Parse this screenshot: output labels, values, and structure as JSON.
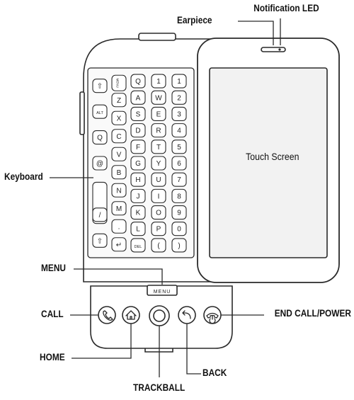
{
  "callouts": {
    "notification_led": "Notification LED",
    "earpiece": "Earpiece",
    "touch_screen": "Touch Screen",
    "keyboard": "Keyboard",
    "menu": "MENU",
    "call": "CALL",
    "end_call_power": "END CALL/POWER",
    "home": "HOME",
    "back": "BACK",
    "trackball": "TRACKBALL"
  },
  "menu_key_text": "MENU",
  "keyboard": {
    "columns": [
      [
        {
          "main": "⇧",
          "kind": "icon"
        },
        {
          "main": "ALT",
          "kind": "small"
        },
        {
          "main": "Q",
          "kind": "icon"
        },
        {
          "main": "@",
          "kind": "icon"
        },
        {
          "main": "",
          "kind": "space"
        },
        {
          "main": "/",
          "kind": "normal"
        },
        {
          "main": "⇧",
          "kind": "icon"
        }
      ],
      [
        {
          "main": "MENU",
          "kind": "vertical"
        },
        {
          "main": "Z",
          "kind": "normal"
        },
        {
          "main": "X",
          "kind": "normal"
        },
        {
          "main": "C",
          "kind": "normal"
        },
        {
          "main": "V",
          "kind": "normal"
        },
        {
          "main": "B",
          "kind": "normal"
        },
        {
          "main": "N",
          "kind": "normal"
        },
        {
          "main": "M",
          "kind": "normal"
        },
        {
          "main": ".",
          "kind": "normal"
        },
        {
          "main": "↵",
          "kind": "icon"
        }
      ],
      [
        {
          "main": "Q",
          "kind": "normal"
        },
        {
          "main": "A",
          "kind": "normal"
        },
        {
          "main": "S",
          "kind": "normal"
        },
        {
          "main": "D",
          "kind": "normal"
        },
        {
          "main": "F",
          "kind": "normal"
        },
        {
          "main": "G",
          "kind": "normal"
        },
        {
          "main": "H",
          "kind": "normal"
        },
        {
          "main": "J",
          "kind": "normal"
        },
        {
          "main": "K",
          "kind": "normal"
        },
        {
          "main": "L",
          "kind": "normal"
        },
        {
          "main": "DEL",
          "kind": "small"
        }
      ],
      [
        {
          "main": "1",
          "kind": "normal"
        },
        {
          "main": "W",
          "kind": "normal"
        },
        {
          "main": "E",
          "kind": "normal"
        },
        {
          "main": "R",
          "kind": "normal"
        },
        {
          "main": "T",
          "kind": "normal"
        },
        {
          "main": "Y",
          "kind": "normal"
        },
        {
          "main": "U",
          "kind": "normal"
        },
        {
          "main": "I",
          "kind": "normal"
        },
        {
          "main": "O",
          "kind": "normal"
        },
        {
          "main": "P",
          "kind": "normal"
        },
        {
          "main": "(",
          "kind": "normal"
        }
      ],
      [
        {
          "main": "1",
          "kind": "normal"
        },
        {
          "main": "2",
          "kind": "normal"
        },
        {
          "main": "3",
          "kind": "normal"
        },
        {
          "main": "4",
          "kind": "normal"
        },
        {
          "main": "5",
          "kind": "normal"
        },
        {
          "main": "6",
          "kind": "normal"
        },
        {
          "main": "7",
          "kind": "normal"
        },
        {
          "main": "8",
          "kind": "normal"
        },
        {
          "main": "9",
          "kind": "normal"
        },
        {
          "main": "0",
          "kind": "normal"
        },
        {
          "main": ")",
          "kind": "normal"
        }
      ]
    ]
  },
  "colors": {
    "line": "#2a2a2a",
    "fill": "#ffffff",
    "screen": "#f2f2f2",
    "panel": "#fafafa"
  }
}
